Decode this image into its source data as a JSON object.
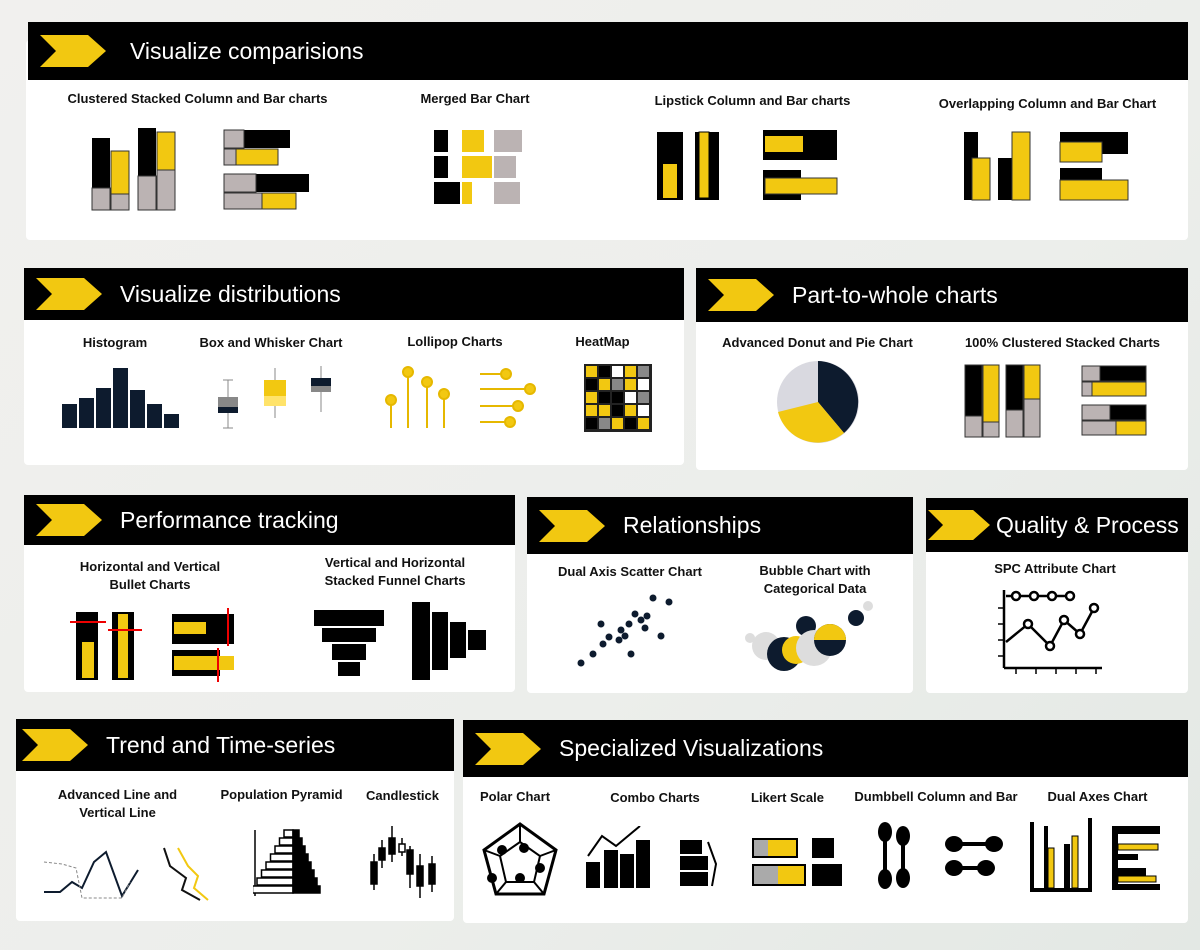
{
  "colors": {
    "yellow": "#f2c811",
    "black": "#000000",
    "gray": "#bbb3b3",
    "navy": "#0d1b2e"
  },
  "sections": {
    "comparisons": {
      "title": "Visualize comparisions",
      "items": [
        "Clustered Stacked Column and Bar charts",
        "Merged Bar Chart",
        "Lipstick  Column and Bar charts",
        "Overlapping Column and Bar Chart"
      ]
    },
    "distributions": {
      "title": "Visualize distributions",
      "items": [
        "Histogram",
        "Box and Whisker Chart",
        "Lollipop Charts",
        "HeatMap"
      ]
    },
    "part_to_whole": {
      "title": "Part-to-whole charts",
      "items": [
        "Advanced Donut and Pie Chart",
        "100% Clustered Stacked Charts"
      ]
    },
    "performance": {
      "title": "Performance tracking",
      "items": [
        "Horizontal and Vertical Bullet Charts",
        "Vertical and Horizontal Stacked Funnel Charts"
      ]
    },
    "relationships": {
      "title": "Relationships",
      "items": [
        "Dual Axis Scatter Chart",
        "Bubble Chart with Categorical Data"
      ]
    },
    "quality": {
      "title": "Quality & Process",
      "items": [
        "SPC Attribute Chart"
      ]
    },
    "trend": {
      "title": "Trend and Time-series",
      "items": [
        "Advanced Line  and Vertical Line",
        "Population Pyramid",
        "Candlestick"
      ]
    },
    "specialized": {
      "title": "Specialized Visualizations",
      "items": [
        "Polar Chart",
        "Combo Charts",
        "Likert Scale",
        "Dumbbell Column and Bar",
        "Dual Axes Chart"
      ]
    }
  }
}
